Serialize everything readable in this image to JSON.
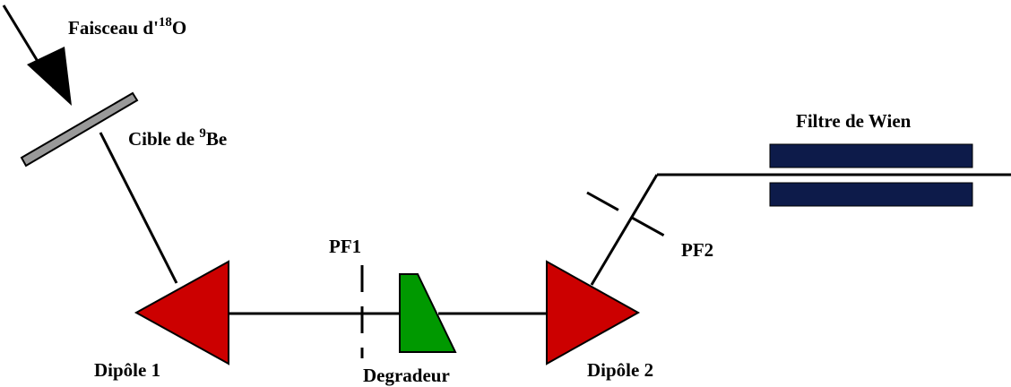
{
  "labels": {
    "beam_name": "Faisceau d'",
    "beam_isotope_mass": "18",
    "beam_isotope_symbol": "O",
    "target_name": "Cible de ",
    "target_isotope_mass": "9",
    "target_isotope_symbol": "Be",
    "wien_filter": "Filtre de Wien",
    "pf1": "PF1",
    "pf2": "PF2",
    "dipole1": "Dipôle 1",
    "dipole2": "Dipôle 2",
    "degrader": "Degradeur"
  },
  "colors": {
    "dipole": "#cc0000",
    "degrader": "#009900",
    "wien_plates": "#0d1b4a",
    "target": "#999999",
    "line": "#000000"
  },
  "icons": {
    "incoming_beam": "arrow-icon",
    "dipole": "triangle-icon",
    "degrader": "wedge-icon",
    "target": "plate-icon",
    "wien_filter": "parallel-plates-icon"
  }
}
